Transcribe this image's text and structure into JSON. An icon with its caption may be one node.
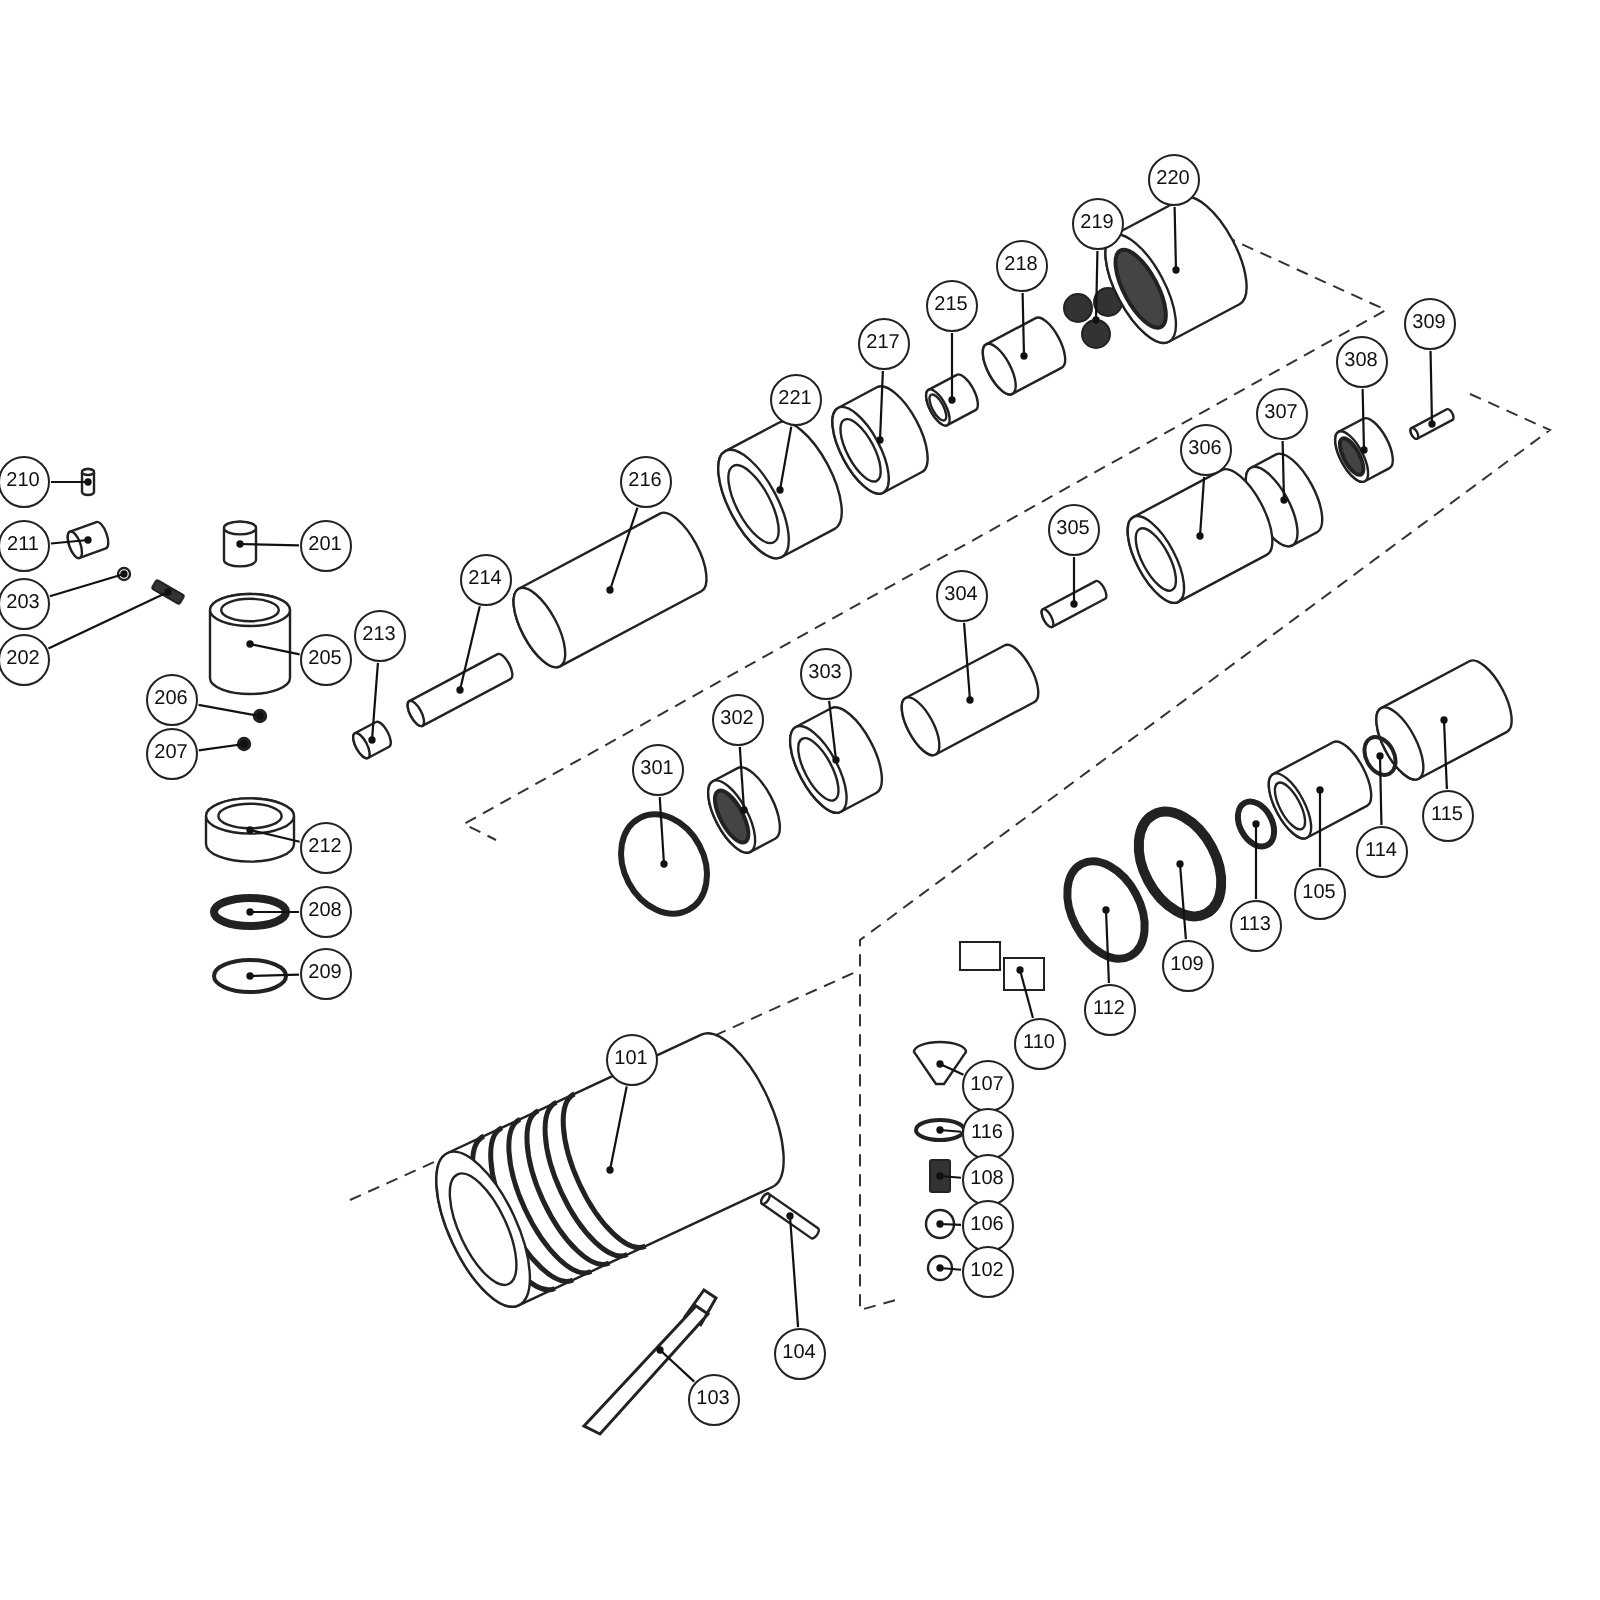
{
  "diagram": {
    "nodes": [
      {
        "text": [
          "210"
        ]
      },
      {
        "text": [
          "211"
        ]
      },
      {
        "text": [
          "203"
        ]
      },
      {
        "text": [
          "202"
        ]
      },
      {
        "text": [
          "201"
        ]
      },
      {
        "text": [
          "205"
        ]
      },
      {
        "text": [
          "206"
        ]
      },
      {
        "text": [
          "207"
        ]
      },
      {
        "text": [
          "212"
        ]
      },
      {
        "text": [
          "208"
        ]
      },
      {
        "text": [
          "209"
        ]
      },
      {
        "text": [
          "213"
        ]
      },
      {
        "text": [
          "214"
        ]
      },
      {
        "text": [
          "216"
        ]
      },
      {
        "text": [
          "221"
        ]
      },
      {
        "text": [
          "217"
        ]
      },
      {
        "text": [
          "215"
        ]
      },
      {
        "text": [
          "218"
        ]
      },
      {
        "text": [
          "219"
        ]
      },
      {
        "text": [
          "220"
        ]
      },
      {
        "text": [
          "309"
        ]
      },
      {
        "text": [
          "308"
        ]
      },
      {
        "text": [
          "307"
        ]
      },
      {
        "text": [
          "306"
        ]
      },
      {
        "text": [
          "305"
        ]
      },
      {
        "text": [
          "304"
        ]
      },
      {
        "text": [
          "303"
        ]
      },
      {
        "text": [
          "302"
        ]
      },
      {
        "text": [
          "301"
        ]
      },
      {
        "text": [
          "115"
        ]
      },
      {
        "text": [
          "114"
        ]
      },
      {
        "text": [
          "105"
        ]
      },
      {
        "text": [
          "113"
        ]
      },
      {
        "text": [
          "109"
        ]
      },
      {
        "text": [
          "112"
        ]
      },
      {
        "text": [
          "110"
        ]
      },
      {
        "text": [
          "101"
        ]
      },
      {
        "text": [
          "107"
        ]
      },
      {
        "text": [
          "116"
        ]
      },
      {
        "text": [
          "108"
        ]
      },
      {
        "text": [
          "106"
        ]
      },
      {
        "text": [
          "102"
        ]
      },
      {
        "text": [
          "104"
        ]
      },
      {
        "text": [
          "103"
        ]
      },
      {
        "text": [],
        "shape": "picture"
      },
      {
        "text": [],
        "shape": "picture"
      },
      {
        "text": [],
        "shape": "circle"
      },
      {
        "text": [],
        "shape": "bar"
      },
      {
        "text": [],
        "shape": "picture"
      },
      {
        "text": [],
        "shape": "picture"
      },
      {
        "text": [],
        "shape": "circle"
      },
      {
        "text": [],
        "shape": "circle"
      },
      {
        "text": [],
        "shape": "picture"
      },
      {
        "text": [],
        "shape": "circle"
      },
      {
        "text": [],
        "shape": "circle"
      },
      {
        "text": [],
        "shape": "picture"
      },
      {
        "text": [],
        "shape": "picture"
      },
      {
        "text": [],
        "shape": "picture"
      },
      {
        "text": [],
        "shape": "picture"
      },
      {
        "text": [],
        "shape": "picture"
      },
      {
        "text": [],
        "shape": "picture"
      },
      {
        "text": [],
        "shape": "picture"
      },
      {
        "text": [],
        "shape": "picture"
      },
      {
        "text": [],
        "shape": "picture"
      },
      {
        "text": [],
        "shape": "picture"
      },
      {
        "text": [],
        "shape": "picture"
      },
      {
        "text": [],
        "shape": "picture"
      },
      {
        "text": [],
        "shape": "picture"
      },
      {
        "text": [],
        "shape": "picture"
      },
      {
        "text": [],
        "shape": "picture"
      },
      {
        "text": [],
        "shape": "picture"
      },
      {
        "text": [],
        "shape": "picture"
      },
      {
        "text": [],
        "shape": "circle"
      },
      {
        "text": [],
        "shape": "picture"
      },
      {
        "text": [],
        "shape": "circle"
      },
      {
        "text": [],
        "shape": "picture"
      },
      {
        "text": [],
        "shape": "circle"
      },
      {
        "text": [],
        "shape": "circle"
      },
      {
        "text": [],
        "shape": "circle"
      },
      {
        "text": [],
        "shape": "picture"
      },
      {
        "text": [],
        "shape": "picture"
      },
      {
        "text": [],
        "shape": "picture"
      },
      {
        "text": [],
        "shape": "circle"
      },
      {
        "text": [],
        "shape": "bar"
      },
      {
        "text": [],
        "shape": "circle"
      },
      {
        "text": [],
        "shape": "circle"
      },
      {
        "text": [],
        "shape": "picture"
      },
      {
        "text": [],
        "shape": "picture"
      }
    ],
    "edges": [
      {
        "from": 0,
        "to": 44,
        "arrow": "other"
      },
      {
        "from": 1,
        "to": 45,
        "arrow": "other"
      },
      {
        "from": 2,
        "to": 46,
        "arrow": "other"
      },
      {
        "from": 3,
        "to": 47,
        "arrow": "other"
      },
      {
        "from": 4,
        "to": 48,
        "arrow": "other"
      },
      {
        "from": 5,
        "to": 49,
        "arrow": "other"
      },
      {
        "from": 6,
        "to": 50,
        "arrow": "other"
      },
      {
        "from": 7,
        "to": 51,
        "arrow": "other"
      },
      {
        "from": 8,
        "to": 52,
        "arrow": "other"
      },
      {
        "from": 9,
        "to": 53,
        "arrow": "other"
      },
      {
        "from": 10,
        "to": 54,
        "arrow": "other"
      },
      {
        "from": 11,
        "to": 55,
        "arrow": "other"
      },
      {
        "from": 12,
        "to": 56,
        "arrow": "other"
      },
      {
        "from": 13,
        "to": 57,
        "arrow": "other"
      },
      {
        "from": 14,
        "to": 58,
        "arrow": "other"
      },
      {
        "from": 15,
        "to": 59,
        "arrow": "other"
      },
      {
        "from": 16,
        "to": 60,
        "arrow": "other"
      },
      {
        "from": 17,
        "to": 61,
        "arrow": "other"
      },
      {
        "from": 18,
        "to": 62,
        "arrow": "other"
      },
      {
        "from": 19,
        "to": 63,
        "arrow": "other"
      },
      {
        "from": 20,
        "to": 64,
        "arrow": "other"
      },
      {
        "from": 21,
        "to": 65,
        "arrow": "other"
      },
      {
        "from": 22,
        "to": 66,
        "arrow": "other"
      },
      {
        "from": 23,
        "to": 67,
        "arrow": "other"
      },
      {
        "from": 24,
        "to": 68,
        "arrow": "other"
      },
      {
        "from": 25,
        "to": 69,
        "arrow": "other"
      },
      {
        "from": 26,
        "to": 70,
        "arrow": "other"
      },
      {
        "from": 27,
        "to": 71,
        "arrow": "other"
      },
      {
        "from": 28,
        "to": 72,
        "arrow": "other"
      },
      {
        "from": 29,
        "to": 73,
        "arrow": "other"
      },
      {
        "from": 30,
        "to": 74,
        "arrow": "other"
      },
      {
        "from": 31,
        "to": 75,
        "arrow": "other"
      },
      {
        "from": 32,
        "to": 76,
        "arrow": "other"
      },
      {
        "from": 33,
        "to": 77,
        "arrow": "other"
      },
      {
        "from": 34,
        "to": 78,
        "arrow": "other"
      },
      {
        "from": 35,
        "to": 79,
        "arrow": "other"
      },
      {
        "from": 36,
        "to": 80,
        "arrow": "other"
      },
      {
        "from": 37,
        "to": 81,
        "arrow": "other"
      },
      {
        "from": 38,
        "to": 82,
        "arrow": "other"
      },
      {
        "from": 39,
        "to": 83,
        "arrow": "other"
      },
      {
        "from": 40,
        "to": 84,
        "arrow": "other"
      },
      {
        "from": 41,
        "to": 85,
        "arrow": "other"
      },
      {
        "from": 42,
        "to": 86,
        "arrow": "other"
      },
      {
        "from": 43,
        "to": 87,
        "arrow": "other"
      }
    ]
  }
}
